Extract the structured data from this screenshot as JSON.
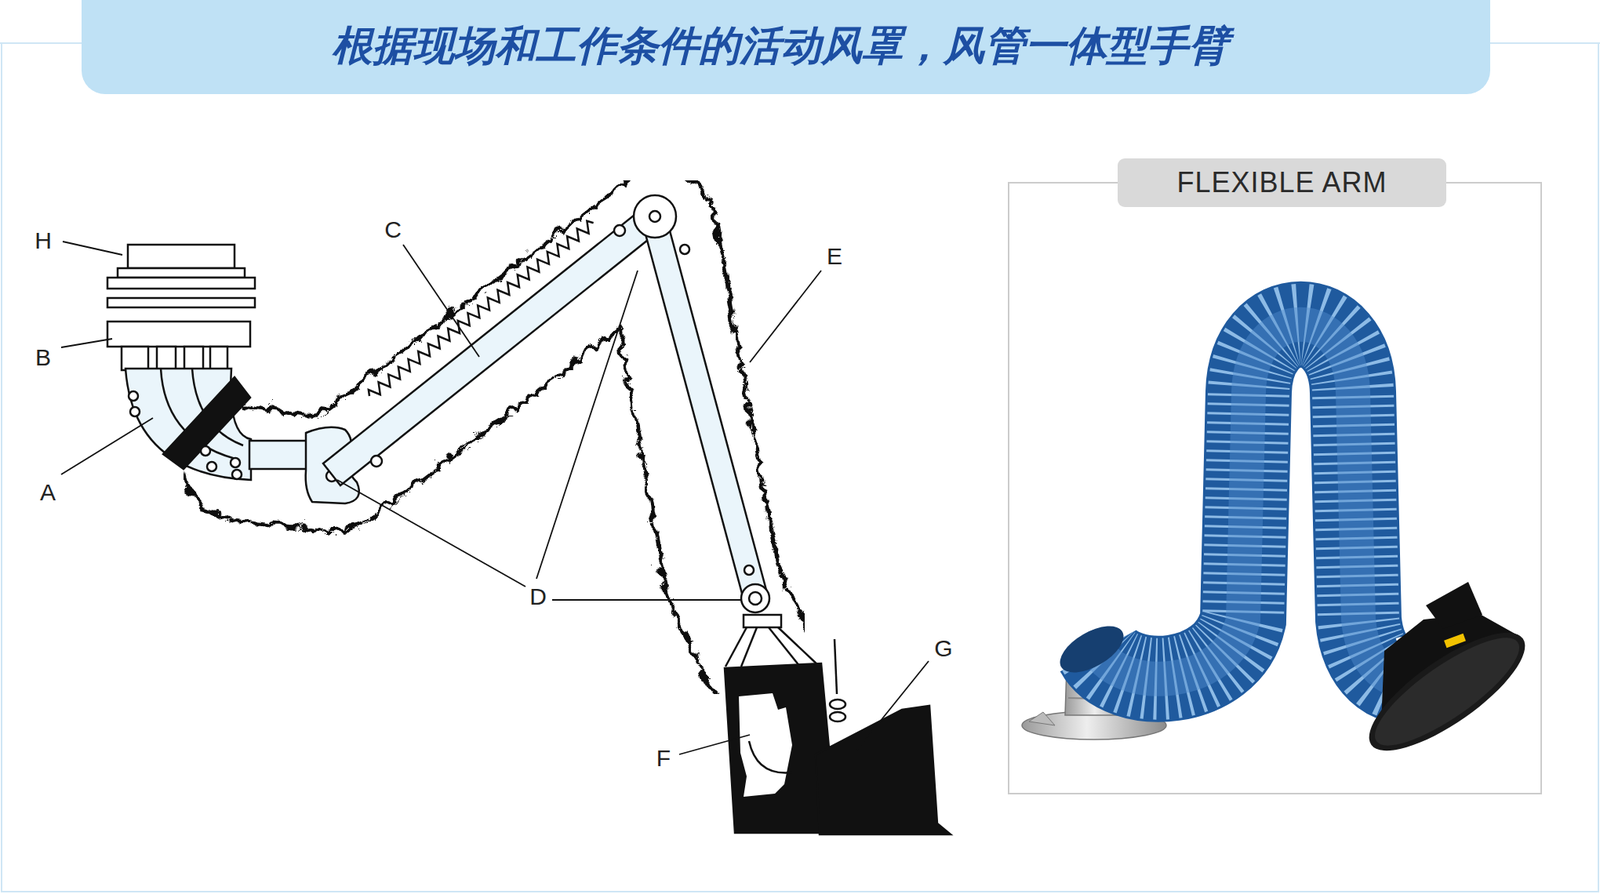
{
  "diagram": {
    "title": "根据现场和工作条件的活动风罩，风管一体型手臂",
    "nodes": [
      {
        "text": [
          "FLEXIBLE ARM"
        ]
      }
    ],
    "labels": [
      "H",
      "B",
      "C",
      "E",
      "A",
      "D",
      "F",
      "G"
    ]
  }
}
